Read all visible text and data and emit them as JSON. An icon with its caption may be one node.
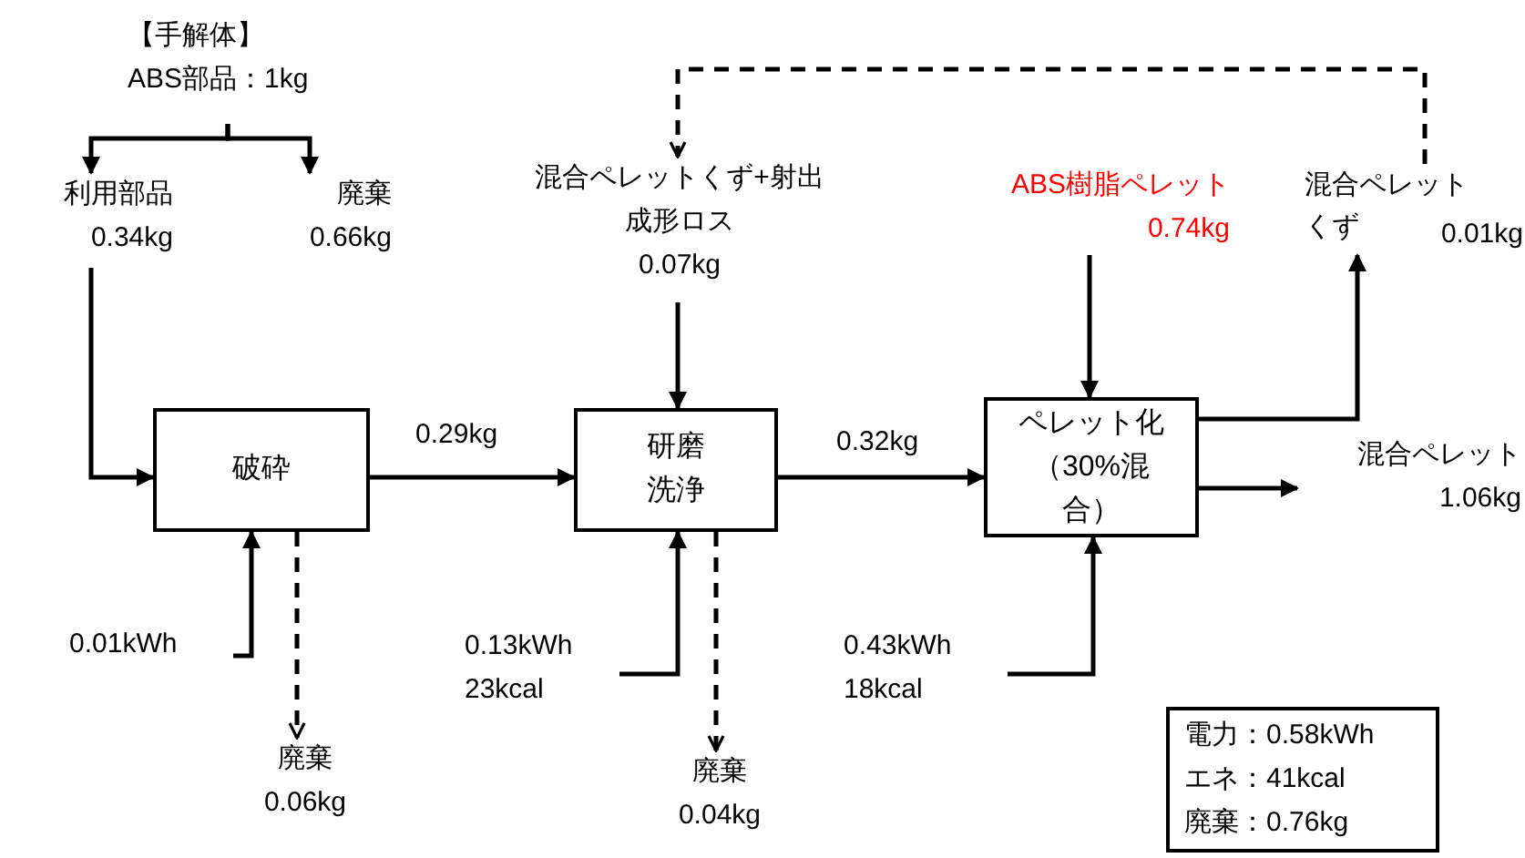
{
  "diagram": {
    "nodes": [
      {
        "text": [
          "【手解体】",
          "ABS部品：1kg"
        ]
      },
      {
        "text": [
          "利用部品",
          "0.34kg"
        ]
      },
      {
        "text": [
          "廃棄",
          "0.66kg"
        ]
      },
      {
        "text": [
          "破砕"
        ]
      },
      {
        "text": [
          "0.01kWh"
        ]
      },
      {
        "text": [
          "廃棄",
          "0.06kg"
        ]
      },
      {
        "text": [
          "混合ペレットくず+射出成形ロス",
          "0.07kg"
        ]
      },
      {
        "text": [
          "研磨洗浄"
        ]
      },
      {
        "text": [
          "0.13kWh",
          "23kcal"
        ]
      },
      {
        "text": [
          "廃棄",
          "0.04kg"
        ]
      },
      {
        "text": [
          "ペレット化（30%混合）"
        ]
      },
      {
        "text": [
          "ABS樹脂ペレット",
          "0.74kg"
        ]
      },
      {
        "text": [
          "0.43kWh",
          "18kcal"
        ]
      },
      {
        "text": [
          "混合ペレットくず",
          "0.01kg"
        ]
      },
      {
        "text": [
          "混合ペレット",
          "1.06kg"
        ]
      },
      {
        "text": [
          "電力：0.58kWh",
          "エネ：41kcal",
          "廃棄：0.76kg"
        ]
      }
    ],
    "edges": [
      {
        "from": 0,
        "to": 1,
        "arrow": "to"
      },
      {
        "from": 0,
        "to": 2,
        "arrow": "to"
      },
      {
        "from": 1,
        "to": 3,
        "arrow": "to"
      },
      {
        "from": 4,
        "to": 3,
        "arrow": "to"
      },
      {
        "from": 3,
        "to": 5,
        "arrow": "to",
        "style": "dashed"
      },
      {
        "from": 3,
        "to": 7,
        "arrow": "to",
        "label": "0.29kg"
      },
      {
        "from": 6,
        "to": 7,
        "arrow": "to"
      },
      {
        "from": 8,
        "to": 7,
        "arrow": "to"
      },
      {
        "from": 7,
        "to": 9,
        "arrow": "to",
        "style": "dashed"
      },
      {
        "from": 7,
        "to": 10,
        "arrow": "to",
        "label": "0.32kg"
      },
      {
        "from": 11,
        "to": 10,
        "arrow": "to"
      },
      {
        "from": 12,
        "to": 10,
        "arrow": "to"
      },
      {
        "from": 10,
        "to": 13,
        "arrow": "to"
      },
      {
        "from": 10,
        "to": 14,
        "arrow": "to"
      },
      {
        "from": 13,
        "to": 6,
        "arrow": "to",
        "style": "dashed"
      }
    ]
  }
}
